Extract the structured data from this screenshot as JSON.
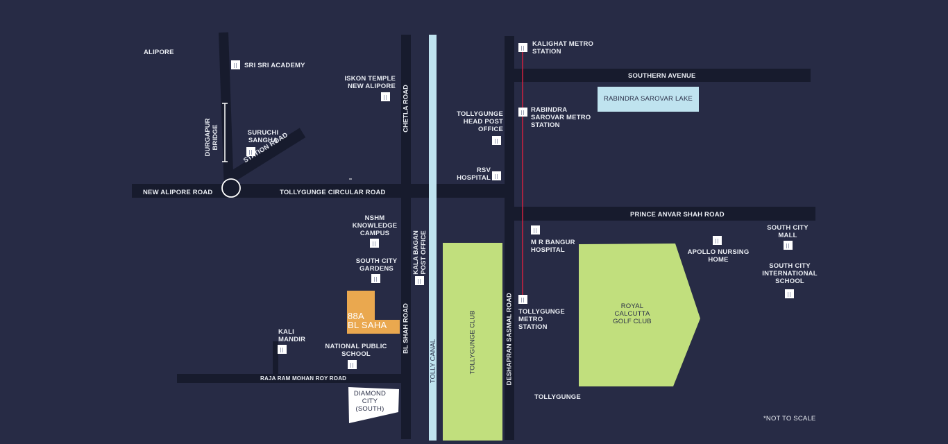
{
  "areas": {
    "alipore": "ALIPORE",
    "tollygunge": "TOLLYGUNGE"
  },
  "roads": {
    "new_alipore_road": "NEW ALIPORE ROAD",
    "tollygunge_circular_road": "TOLLYGUNGE CIRCULAR ROAD",
    "southern_avenue": "SOUTHERN AVENUE",
    "prince_anvar_shah_road": "PRINCE ANVAR SHAH ROAD",
    "raja_ram_mohan_roy_road": "RAJA RAM MOHAN ROY ROAD",
    "chetla_road": "CHETLA ROAD",
    "bl_shah_road": "BL SHAH ROAD",
    "deshapran_sasmal_road": "DESHAPRAN SASMAL ROAD",
    "station_road": "STATION ROAD",
    "durgapur_bridge": "DURGAPUR BRIDGE",
    "tolly_canal": "TOLLY CANAL"
  },
  "landmarks": {
    "sri_sri_academy": "SRI SRI ACADEMY",
    "iskon_temple": "ISKON TEMPLE NEW ALIPORE",
    "suruchi_sangha": "SURUCHI SANGHA",
    "kalighat_metro": "KALIGHAT METRO STATION",
    "rabindra_sarovar_lake": "RABINDRA SAROVAR LAKE",
    "rabindra_sarovar_metro": "RABINDRA SAROVAR METRO STATION",
    "tollygunge_head_post_office": "TOLLYGUNGE HEAD POST OFFICE",
    "rsv_hospital": "RSV HOSPITAL",
    "nshm_campus": "NSHM KNOWLEDGE CAMPUS",
    "south_city_gardens": "SOUTH CITY GARDENS",
    "kala_bagan_post_office": "KALA BAGAN POST OFFICE",
    "kali_mandir": "KALI MANDIR",
    "national_public_school": "NATIONAL PUBLIC SCHOOL",
    "diamond_city": "DIAMOND CITY (SOUTH)",
    "tollygunge_club": "TOLLYGUNGE CLUB",
    "mr_bangur_hospital": "M R BANGUR HOSPITAL",
    "tollygunge_metro": "TOLLYGUNGE METRO STATION",
    "royal_calcutta_golf_club": "ROYAL CALCUTTA GOLF CLUB",
    "apollo_nursing_home": "APOLLO NURSING HOME",
    "south_city_mall": "SOUTH CITY MALL",
    "south_city_international_school": "SOUTH CITY INTERNATIONAL SCHOOL"
  },
  "project": {
    "line1": "88A",
    "line2": "BL SAHA"
  },
  "footnote": "*NOT TO SCALE",
  "colors": {
    "background": "#272b45",
    "road": "#171b2d",
    "green": "#c1df7d",
    "water": "#bfe3ef",
    "project": "#eaa84f",
    "metro_line": "#d0213f"
  }
}
